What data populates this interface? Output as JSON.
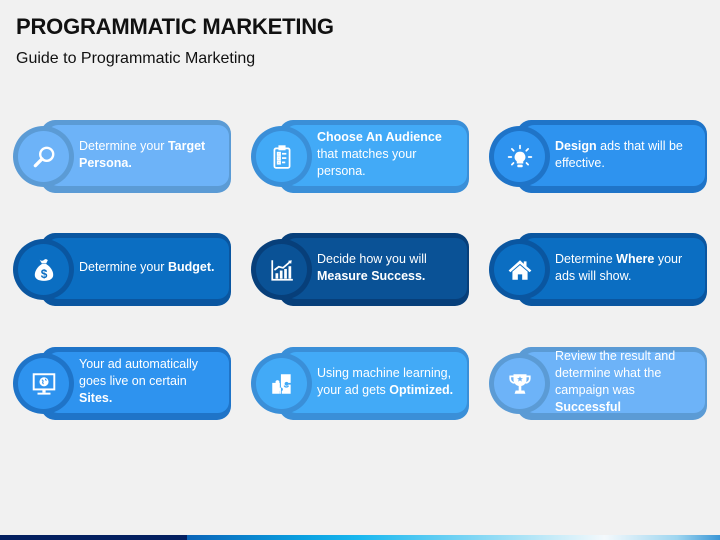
{
  "header": {
    "title": "PROGRAMMATIC MARKETING",
    "subtitle": "Guide to Programmatic Marketing"
  },
  "theme_colors": {
    "light": "#6db3f8",
    "sky": "#42aaf7",
    "mid": "#2e93ef",
    "dark": "#0b6ec2",
    "navy": "#0a5296",
    "bottom_bar_dark": "#042060"
  },
  "steps": [
    {
      "icon": "search-icon",
      "theme": "light",
      "parts": [
        {
          "t": "Determine your ",
          "b": false
        },
        {
          "t": "Target Persona.",
          "b": true
        }
      ]
    },
    {
      "icon": "clipboard-checklist-icon",
      "theme": "sky",
      "parts": [
        {
          "t": "Choose An Audience",
          "b": true
        },
        {
          "t": " that matches your persona.",
          "b": false
        }
      ]
    },
    {
      "icon": "lightbulb-icon",
      "theme": "mid",
      "parts": [
        {
          "t": "Design",
          "b": true
        },
        {
          "t": " ads that will be effective.",
          "b": false
        }
      ]
    },
    {
      "icon": "money-bag-icon",
      "theme": "dark",
      "parts": [
        {
          "t": "Determine your ",
          "b": false
        },
        {
          "t": "Budget.",
          "b": true
        }
      ]
    },
    {
      "icon": "growth-chart-icon",
      "theme": "navy",
      "parts": [
        {
          "t": "Decide how you will ",
          "b": false
        },
        {
          "t": "Measure Success.",
          "b": true
        }
      ]
    },
    {
      "icon": "home-icon",
      "theme": "dark",
      "parts": [
        {
          "t": "Determine ",
          "b": false
        },
        {
          "t": "Where",
          "b": true
        },
        {
          "t": " your ads will show.",
          "b": false
        }
      ]
    },
    {
      "icon": "globe-monitor-icon",
      "theme": "mid",
      "parts": [
        {
          "t": "Your ad automatically goes live on certain ",
          "b": false
        },
        {
          "t": "Sites.",
          "b": true
        }
      ]
    },
    {
      "icon": "puzzle-icon",
      "theme": "sky",
      "parts": [
        {
          "t": "Using machine learning, your ad gets ",
          "b": false
        },
        {
          "t": "Optimized.",
          "b": true
        }
      ]
    },
    {
      "icon": "trophy-icon",
      "theme": "light",
      "parts": [
        {
          "t": "Review the result and determine what the campaign was ",
          "b": false
        },
        {
          "t": "Successful",
          "b": true
        }
      ]
    }
  ]
}
